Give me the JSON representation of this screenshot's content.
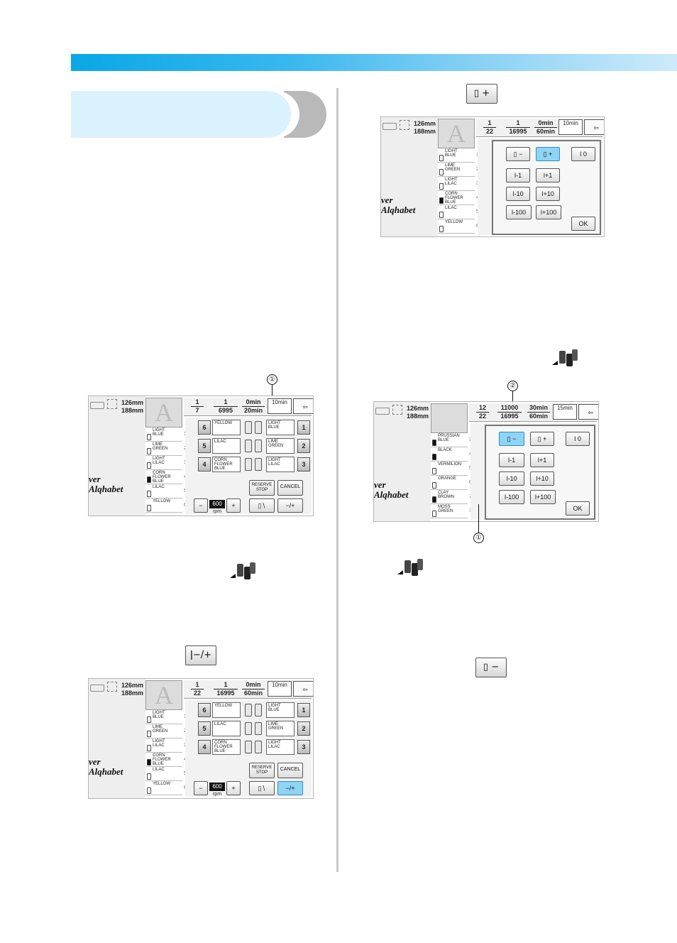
{
  "callouts": {
    "one": "①",
    "two": "②"
  },
  "buttons": {
    "thread_plus": "+",
    "thread_minus": "−",
    "needle_minus_plus": "−/+"
  },
  "screen1": {
    "dims": {
      "height": "126mm",
      "width": "188mm"
    },
    "preview_letter": "A",
    "side_text": "ver\nAlqhabet",
    "counter": {
      "color_num": "1",
      "color_den": "7",
      "stitch_num": "1",
      "stitch_den": "6995",
      "time_num": "0min",
      "time_den": "20min"
    },
    "time_box": "10min",
    "colors": [
      {
        "name": "LIGHT\nBLUE",
        "idx": "1",
        "dark": false
      },
      {
        "name": "LIME\nGREEN",
        "idx": "2",
        "dark": false
      },
      {
        "name": "LIGHT\nLILAC",
        "idx": "3",
        "dark": false
      },
      {
        "name": "CORN\nFLOWER\nBLUE",
        "idx": "4",
        "dark": true
      },
      {
        "name": "LILAC",
        "idx": "5",
        "dark": false
      },
      {
        "name": "YELLOW",
        "idx": "6",
        "dark": false
      }
    ],
    "grid": [
      {
        "left_num": "6",
        "left": "YELLOW",
        "right": "LIGHT\nBLUE",
        "right_num": "1"
      },
      {
        "left_num": "5",
        "left": "LILAC",
        "right": "LIME\nGREEN",
        "right_num": "2"
      },
      {
        "left_num": "4",
        "left": "CORN\nFLOWER\nBLUE",
        "right": "LIGHT\nLILAC",
        "right_num": "3"
      }
    ],
    "reserve": "RESERVE\nSTOP",
    "cancel": "CANCEL",
    "speed": "600",
    "rpm": "rpm",
    "minus": "−",
    "plus": "+",
    "needle": "−/+"
  },
  "screen2": {
    "dims": {
      "height": "126mm",
      "width": "188mm"
    },
    "preview_letter": "A",
    "side_text": "ver\nAlqhabet",
    "counter": {
      "color_num": "1",
      "color_den": "22",
      "stitch_num": "1",
      "stitch_den": "16995",
      "time_num": "0min",
      "time_den": "60min"
    },
    "time_box": "10min",
    "colors": [
      {
        "name": "LIGHT\nBLUE",
        "idx": "1",
        "dark": false
      },
      {
        "name": "LIME\nGREEN",
        "idx": "2",
        "dark": false
      },
      {
        "name": "LIGHT\nLILAC",
        "idx": "3",
        "dark": false
      },
      {
        "name": "CORN\nFLOWER\nBLUE",
        "idx": "4",
        "dark": true
      },
      {
        "name": "LILAC",
        "idx": "5",
        "dark": false
      },
      {
        "name": "YELLOW",
        "idx": "6",
        "dark": false
      }
    ],
    "grid": [
      {
        "left_num": "6",
        "left": "YELLOW",
        "right": "LIGHT\nBLUE",
        "right_num": "1"
      },
      {
        "left_num": "5",
        "left": "LILAC",
        "right": "LIME\nGREEN",
        "right_num": "2"
      },
      {
        "left_num": "4",
        "left": "CORN\nFLOWER\nBLUE",
        "right": "LIGHT\nLILAC",
        "right_num": "3"
      }
    ],
    "reserve": "RESERVE\nSTOP",
    "cancel": "CANCEL",
    "speed": "600",
    "rpm": "rpm",
    "minus": "−",
    "plus": "+",
    "needle": "−/+"
  },
  "screen3": {
    "dims": {
      "height": "126mm",
      "width": "188mm"
    },
    "preview_letter": "A",
    "side_text": "ver\nAlqhabet",
    "counter": {
      "color_num": "1",
      "color_den": "22",
      "stitch_num": "1",
      "stitch_den": "16995",
      "time_num": "0min",
      "time_den": "60min"
    },
    "time_box": "10min",
    "colors": [
      {
        "name": "LIGHT\nBLUE",
        "idx": "1",
        "dark": false
      },
      {
        "name": "LIME\nGREEN",
        "idx": "2",
        "dark": false
      },
      {
        "name": "LIGHT\nLILAC",
        "idx": "3",
        "dark": false
      },
      {
        "name": "CORN\nFLOWER\nBLUE",
        "idx": "4",
        "dark": true
      },
      {
        "name": "LILAC",
        "idx": "5",
        "dark": false
      },
      {
        "name": "YELLOW",
        "idx": "6",
        "dark": false
      }
    ],
    "modal": {
      "thread_minus": "−",
      "thread_plus": "+",
      "zero": "0",
      "m1": "-1",
      "p1": "+1",
      "m10": "-10",
      "p10": "+10",
      "m100": "-100",
      "p100": "+100",
      "ok": "OK"
    }
  },
  "screen4": {
    "dims": {
      "height": "126mm",
      "width": "188mm"
    },
    "side_text": "ver\nAlqhabet",
    "counter": {
      "color_num": "12",
      "color_den": "22",
      "stitch_num": "11000",
      "stitch_den": "16995",
      "time_num": "30min",
      "time_den": "60min"
    },
    "time_box": "15min",
    "colors": [
      {
        "name": "PRUSSIAN\nBLUE",
        "idx": "3",
        "dark": true
      },
      {
        "name": "BLACK",
        "idx": "4",
        "dark": true
      },
      {
        "name": "VERMILION",
        "idx": "5",
        "dark": false
      },
      {
        "name": "ORANGE",
        "idx": "6",
        "dark": false
      },
      {
        "name": "CLAY\nBROWN",
        "idx": "7",
        "dark": true
      },
      {
        "name": "MOSS\nGREEN",
        "idx": "1",
        "dark": false
      }
    ],
    "modal": {
      "thread_minus": "−",
      "thread_plus": "+",
      "zero": "0",
      "m1": "-1",
      "p1": "+1",
      "m10": "-10",
      "p10": "+10",
      "m100": "-100",
      "p100": "+100",
      "ok": "OK"
    }
  },
  "colors": {
    "accent": "#0aa7e6",
    "heading_fill": "#d9f2fd",
    "highlight": "#8fd3f5"
  }
}
